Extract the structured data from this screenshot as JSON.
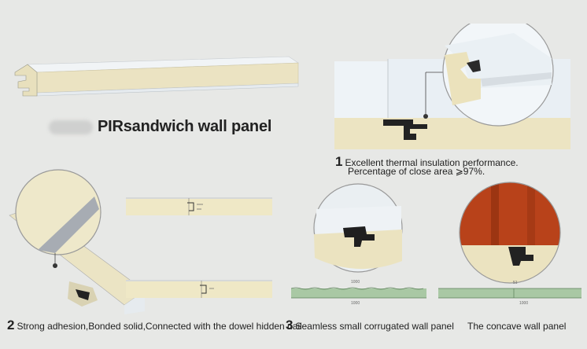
{
  "product_title": {
    "prefix": "PIR",
    "text": "sandwich wall panel"
  },
  "features": [
    {
      "number": "1",
      "line1": "Excellent thermal insulation performance.",
      "line2": "Percentage  of close area ⩾97%."
    },
    {
      "number": "2",
      "text": "Strong adhesion,Bonded solid,Connected with the dowel hidden nail"
    },
    {
      "number": "3",
      "text": "Seamless small corrugated wall panel"
    },
    {
      "number": "",
      "text": "The concave wall panel"
    }
  ],
  "dimension_labels": {
    "top": "1000",
    "bottom": "1000",
    "right_top": "51",
    "right_bottom": "1000"
  },
  "colors": {
    "steel_skin": "#e9eff3",
    "foam_core": "#ece5c4",
    "wood_skin": "#b8421a",
    "background": "#e7e8e6"
  }
}
